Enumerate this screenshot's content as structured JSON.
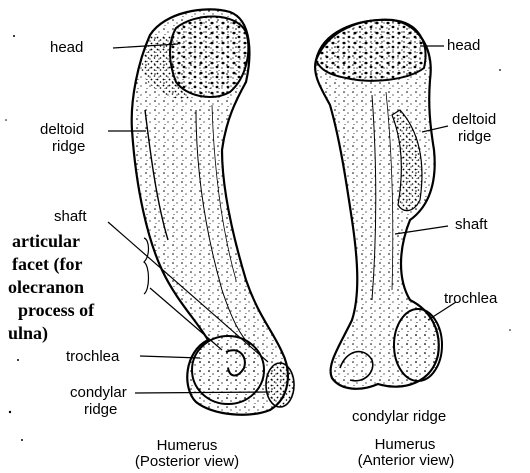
{
  "posterior": {
    "head": "head",
    "deltoid_ridge_1": "deltoid",
    "deltoid_ridge_2": "ridge",
    "shaft": "shaft",
    "articular_facet": [
      "articular",
      "facet (for",
      "olecranon",
      "process of",
      "ulna)"
    ],
    "trochlea": "trochlea",
    "condylar_ridge_1": "condylar",
    "condylar_ridge_2": "ridge",
    "caption_1": "Humerus",
    "caption_2": "(Posterior view)"
  },
  "anterior": {
    "head": "head",
    "deltoid_ridge_1": "deltoid",
    "deltoid_ridge_2": "ridge",
    "shaft": "shaft",
    "trochlea": "trochlea",
    "condylar_ridge": "condylar ridge",
    "caption_1": "Humerus",
    "caption_2": "(Anterior view)"
  }
}
